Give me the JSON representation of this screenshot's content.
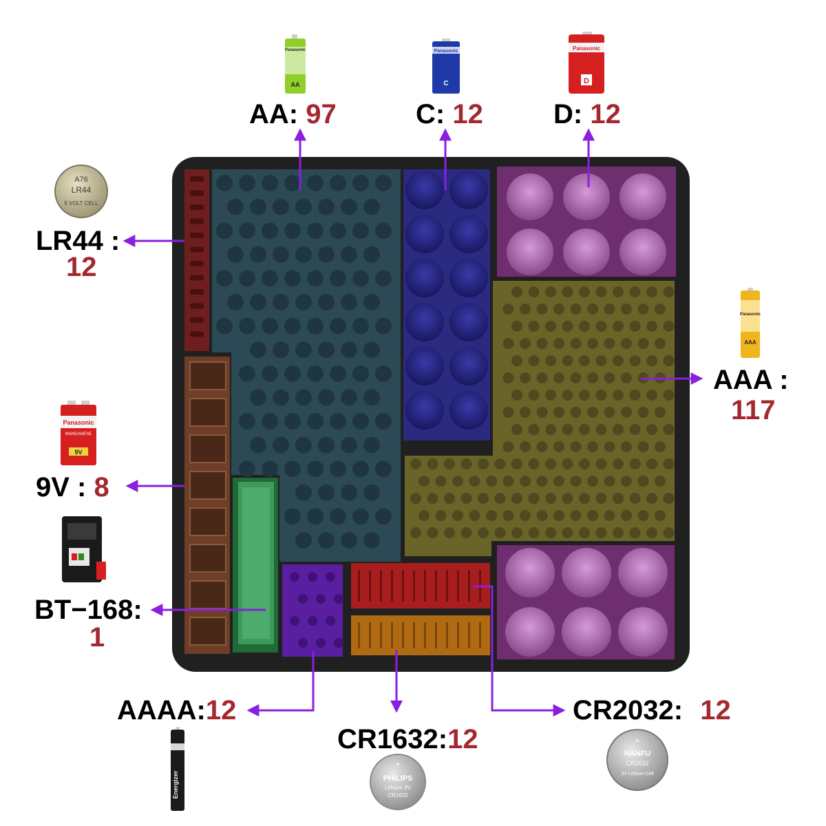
{
  "colors": {
    "label_text": "#000000",
    "count_text": "#a3282f",
    "arrow": "#8b1fe0",
    "tray": "#202020",
    "aa_zone": "#2c4a55",
    "c_zone": "#2a2a80",
    "d_zone": "#6e2e70",
    "aaa_zone": "#6a6428",
    "lr44_zone": "#6e1e1e",
    "v9_zone": "#6e3e28",
    "bt168_zone": "#1f6a36",
    "aaaa_zone": "#5a1fa0",
    "cr2032_zone": "#a81e1e",
    "cr1632_zone": "#b06a14",
    "cr2032_bottom_zone": "#6e2e70"
  },
  "labels": {
    "aa": {
      "name": "AA:",
      "count": "97"
    },
    "c": {
      "name": "C:",
      "count": "12"
    },
    "d": {
      "name": "D:",
      "count": "12"
    },
    "lr44": {
      "name": "LR44 :",
      "count": "12"
    },
    "aaa": {
      "name": "AAA :",
      "count": "117"
    },
    "v9": {
      "name": "9V :",
      "count": "8"
    },
    "bt168": {
      "name": "BT−168:",
      "count": "1"
    },
    "aaaa": {
      "name": "AAAA:",
      "count": "12"
    },
    "cr1632": {
      "name": "CR1632:",
      "count": "12"
    },
    "cr2032": {
      "name": "CR2032:",
      "count": "12"
    }
  },
  "battery_prints": {
    "aa_brand": "Panasonic",
    "aa_type": "AA",
    "c_brand": "Panasonic",
    "c_type": "C",
    "d_brand": "Panasonic",
    "d_type": "D",
    "aaa_brand": "Panasonic",
    "aaa_type": "AAA",
    "v9_brand": "Panasonic",
    "v9_type": "9V",
    "v9_sub": "MANGANESE",
    "lr44_line1": "A76",
    "lr44_line2": "LR44",
    "lr44_line3": "5 VOLT CELL",
    "aaaa_brand": "Energizer",
    "cr1632_brand": "PHILIPS",
    "cr1632_line2": "Lithium 3V",
    "cr1632_line3": "CR1632",
    "cr2032_brand": "NANFU",
    "cr2032_line2": "CR2032",
    "cr2032_line3": "3V Lithium Cell"
  },
  "icons": [
    "aa-battery-icon",
    "c-battery-icon",
    "d-battery-icon",
    "lr44-coin-icon",
    "aaa-battery-icon",
    "9v-battery-icon",
    "bt168-tester-icon",
    "aaaa-battery-icon",
    "cr1632-coin-icon",
    "cr2032-coin-icon"
  ]
}
